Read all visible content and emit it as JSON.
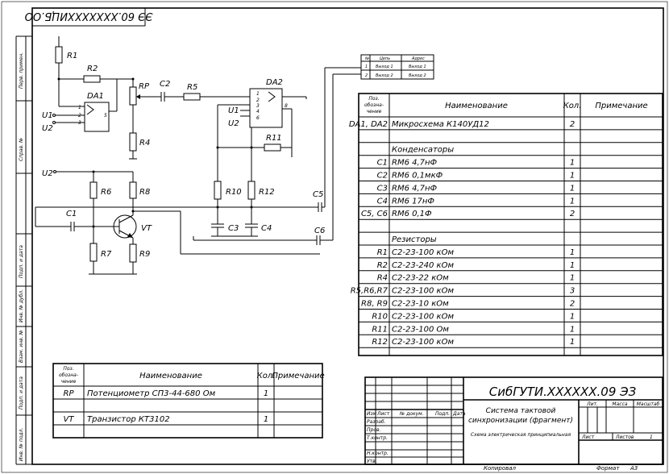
{
  "stamp_code": "ЭЭ 60.XXXXXXXИЦБ.ОО",
  "side_labels": [
    "Перв. примен.",
    "Справ. №",
    "Подп. и дата",
    "Инв. № дубл.",
    "Взам. инв. №",
    "Подп. и дата",
    "Инв. № подл."
  ],
  "schematic": {
    "labels": [
      "R1",
      "R2",
      "RP",
      "C2",
      "R5",
      "DA2",
      "DA1",
      "U1",
      "U2",
      "R4",
      "U1",
      "U2",
      "R11",
      "U2",
      "R6",
      "R8",
      "R10",
      "R12",
      "C5",
      "C1",
      "VT",
      "C3",
      "C4",
      "C6",
      "R7",
      "R9"
    ],
    "pins_da1": [
      "1",
      "2",
      "3",
      "5"
    ],
    "pins_da2": [
      "1",
      "2",
      "3",
      "4",
      "6",
      "8"
    ],
    "connector_table": {
      "headers": [
        "№",
        "Цепь",
        "Адрес"
      ],
      "rows": [
        [
          "1",
          "Выход 1",
          "Выход 1"
        ],
        [
          "2",
          "Выход 2",
          "Выход 2"
        ]
      ]
    }
  },
  "main_list": {
    "headers": [
      "Поз. обозна- чение",
      "Наименование",
      "Кол.",
      "Примечание"
    ],
    "rows": [
      [
        "DA1, DA2",
        "Микросхема К140УД12",
        "2",
        ""
      ],
      [
        "",
        "",
        "",
        ""
      ],
      [
        "",
        "Конденсаторы",
        "",
        ""
      ],
      [
        "C1",
        "RM6 4,7нФ",
        "1",
        ""
      ],
      [
        "C2",
        "RM6 0,1мкФ",
        "1",
        ""
      ],
      [
        "C3",
        "RM6 4,7нФ",
        "1",
        ""
      ],
      [
        "C4",
        "RM6 17нФ",
        "1",
        ""
      ],
      [
        "C5, C6",
        "RM6 0,1Ф",
        "2",
        ""
      ],
      [
        "",
        "",
        "",
        ""
      ],
      [
        "",
        "Резисторы",
        "",
        ""
      ],
      [
        "R1",
        "C2-23-100 кОм",
        "1",
        ""
      ],
      [
        "R2",
        "C2-23-240 кОм",
        "1",
        ""
      ],
      [
        "R4",
        "C2-23-22 кОм",
        "1",
        ""
      ],
      [
        "R5,R6,R7",
        "C2-23-100 кОм",
        "3",
        ""
      ],
      [
        "R8, R9",
        "C2-23-10 кОм",
        "2",
        ""
      ],
      [
        "R10",
        "C2-23-100 кОм",
        "1",
        ""
      ],
      [
        "R11",
        "C2-23-100 Ом",
        "1",
        ""
      ],
      [
        "R12",
        "C2-23-100 кОм",
        "1",
        ""
      ]
    ]
  },
  "small_list": {
    "headers": [
      "Поз. обозна- чение",
      "Наименование",
      "Кол.",
      "Примечание"
    ],
    "rows": [
      [
        "RP",
        "Потенциометр СП3-44-680 Ом",
        "1",
        ""
      ],
      [
        "",
        "",
        "",
        ""
      ],
      [
        "VT",
        "Транзистор КТ3102",
        "1",
        ""
      ],
      [
        "",
        "",
        "",
        ""
      ]
    ]
  },
  "title_block": {
    "designation": "СибГУТИ.XXXXXX.09 ЭЗ",
    "title_line1": "Система тактовой",
    "title_line2": "синхронизации (фрагмент)",
    "subtitle": "Схема электрическая принципиальная",
    "col_heads": [
      "Изм",
      "Лист",
      "№ докум.",
      "Подп.",
      "Дата"
    ],
    "row_labels": [
      "Разраб.",
      "Пров.",
      "Т.контр.",
      "",
      "Н.контр.",
      "Утв."
    ],
    "lit": "Лит.",
    "mass": "Масса",
    "scale": "Масштаб",
    "sheet": "Лист",
    "sheets": "Листов",
    "sheets_count": "1",
    "copied": "Копировал",
    "format": "Формат",
    "format_value": "А3"
  }
}
